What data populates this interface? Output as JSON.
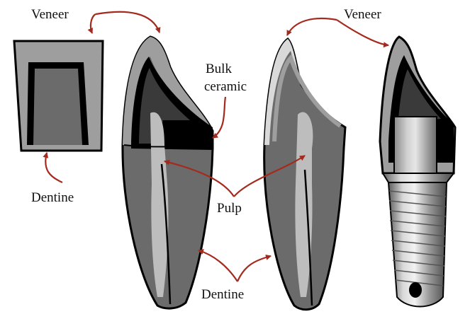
{
  "labels": {
    "veneer_left": "Veneer",
    "veneer_right": "Veneer",
    "bulk_ceramic_line1": "Bulk",
    "bulk_ceramic_line2": "ceramic",
    "dentine_left": "Dentine",
    "pulp": "Pulp",
    "dentine_bottom": "Dentine"
  },
  "colors": {
    "arrow": "#a52a1e",
    "outline": "#000000",
    "dentine": "#6b6b6b",
    "veneer_light": "#9e9e9e",
    "pulp": "#bdbdbd",
    "veneer_pale": "#d9d9d9",
    "core_dark": "#3a3a3a",
    "metal_light": "#d8d8d8",
    "metal_dark": "#6e6e6e"
  },
  "icons": [
    "crown-cap-illustration",
    "ceramic-crown-tooth-illustration",
    "veneered-tooth-illustration",
    "implant-crown-illustration"
  ]
}
